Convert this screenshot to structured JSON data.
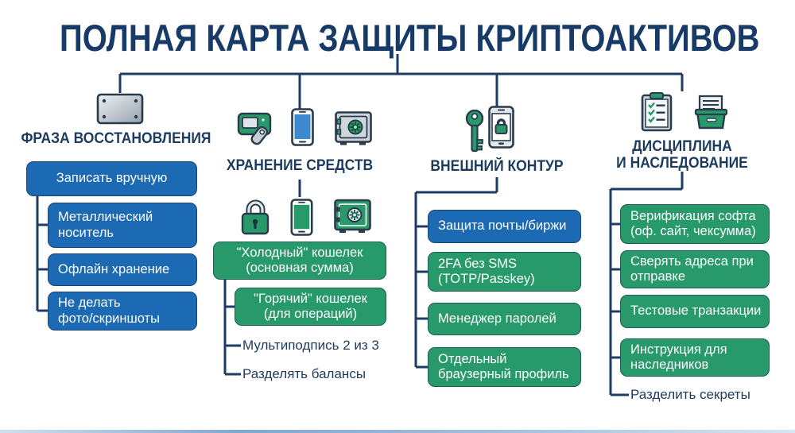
{
  "title": "ПОЛНАЯ КАРТА ЗАЩИТЫ КРИПТОАКТИВОВ",
  "palette": {
    "title_navy": "#173a66",
    "line_navy": "#1e3c64",
    "box_blue": "#1c69b4",
    "box_green": "#27996a",
    "text_navy": "#1d3a5f",
    "plate_silver": "#c2cad1",
    "background": "#ffffff"
  },
  "branches": [
    {
      "id": "recovery-phrase",
      "header": "ФРАЗА ВОССТАНОВЛЕНИЯ",
      "icons": [
        "metal-plate"
      ],
      "items": [
        {
          "label": "Записать вручную",
          "color": "blue"
        },
        {
          "label": "Металлический\nноситель",
          "color": "blue"
        },
        {
          "label": "Офлайн хранение",
          "color": "blue"
        },
        {
          "label": "Не делать\nфото/скриншоты",
          "color": "blue"
        }
      ]
    },
    {
      "id": "fund-storage",
      "header": "ХРАНЕНИЕ СРЕДСТВ",
      "icons": [
        "hardware-wallet",
        "smartphone",
        "safe"
      ],
      "sub_icons": [
        "padlock",
        "smartphone",
        "safe"
      ],
      "items": [
        {
          "label": "\"Холодный\" кошелек\n(основная сумма)",
          "color": "green"
        },
        {
          "label": "\"Горячий\" кошелек\n(для операций)",
          "color": "green"
        },
        {
          "label": "Мультиподпись 2 из 3",
          "color": "text"
        },
        {
          "label": "Разделять балансы",
          "color": "text"
        }
      ]
    },
    {
      "id": "external-perimeter",
      "header": "ВНЕШНИЙ КОНТУР",
      "icons": [
        "key",
        "phone-lock"
      ],
      "items": [
        {
          "label": "Защита почты/биржи",
          "color": "blue"
        },
        {
          "label": "2FA без SMS\n(TOTP/Passkey)",
          "color": "green"
        },
        {
          "label": "Менеджер паролей",
          "color": "green"
        },
        {
          "label": "Отдельный\nбраузерный профиль",
          "color": "green"
        }
      ]
    },
    {
      "id": "discipline-inheritance",
      "header": "ДИСЦИПЛИНА\nИ НАСЛЕДОВАНИЕ",
      "icons": [
        "clipboard-checklist",
        "document-box"
      ],
      "items": [
        {
          "label": "Верификация софта\n(оф. сайт, чексумма)",
          "color": "green"
        },
        {
          "label": "Сверять адреса при\nотправке",
          "color": "green"
        },
        {
          "label": "Тестовые транзакции",
          "color": "green"
        },
        {
          "label": "Инструкция для\nнаследников",
          "color": "green"
        },
        {
          "label": "Разделить секреты",
          "color": "text"
        }
      ]
    }
  ]
}
